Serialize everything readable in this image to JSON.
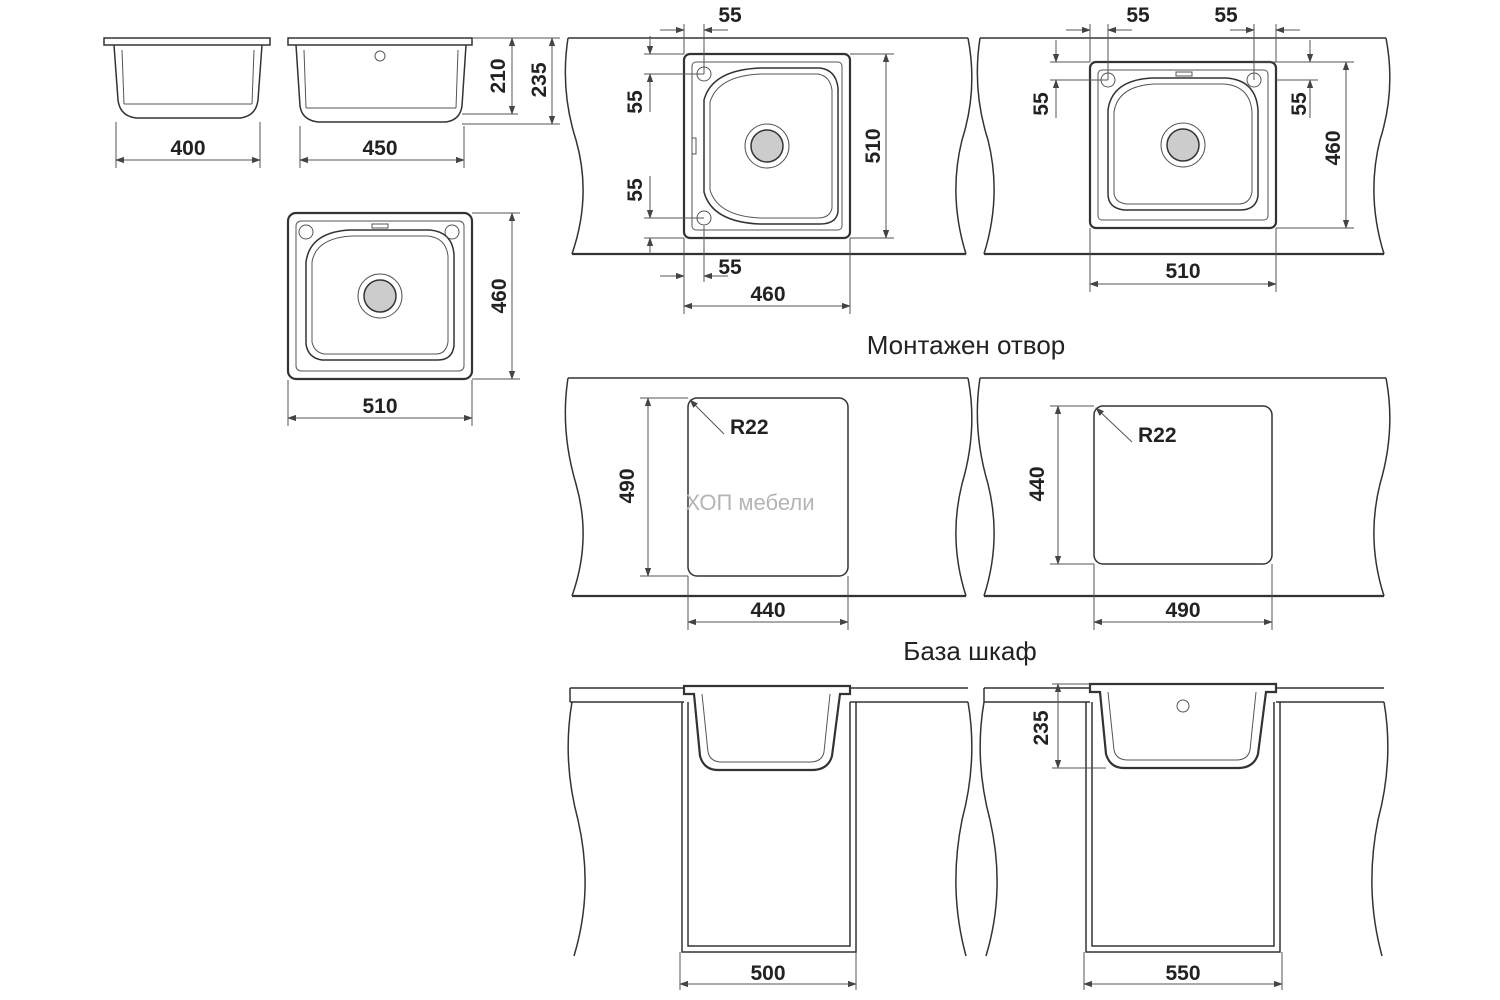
{
  "labels": {
    "mounting_hole": "Монтажен отвор",
    "base_cabinet": "База шкаф",
    "watermark": "ХОП мебели"
  },
  "side_views": {
    "width_a": "400",
    "width_b": "450",
    "depth_inner": "210",
    "depth_total": "235"
  },
  "top_view": {
    "width": "510",
    "height": "460"
  },
  "install_view_a": {
    "offset_top": "55",
    "offset_left_top": "55",
    "offset_left_bottom": "55",
    "offset_bottom": "55",
    "height": "510",
    "width": "460"
  },
  "install_view_b": {
    "offset_top_left": "55",
    "offset_top_right": "55",
    "offset_left": "55",
    "offset_right": "55",
    "height": "460",
    "width": "510"
  },
  "cutout_a": {
    "radius": "R22",
    "height": "490",
    "width": "440"
  },
  "cutout_b": {
    "radius": "R22",
    "height": "440",
    "width": "490"
  },
  "cabinet_a": {
    "width": "500"
  },
  "cabinet_b": {
    "width": "550",
    "depth": "235"
  }
}
